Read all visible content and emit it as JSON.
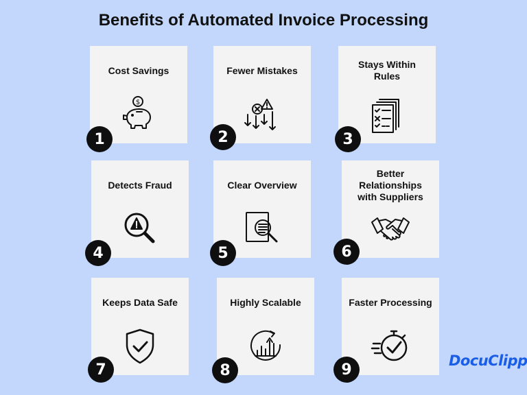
{
  "title": "Benefits of Automated Invoice Processing",
  "cards": [
    {
      "number": "1",
      "label": "Cost Savings",
      "icon": "piggy-bank-icon"
    },
    {
      "number": "2",
      "label": "Fewer Mistakes",
      "icon": "error-reduction-icon"
    },
    {
      "number": "3",
      "label": "Stays Within\nRules",
      "icon": "checklist-icon"
    },
    {
      "number": "4",
      "label": "Detects Fraud",
      "icon": "magnifier-warning-icon"
    },
    {
      "number": "5",
      "label": "Clear Overview",
      "icon": "document-search-icon"
    },
    {
      "number": "6",
      "label": "Better\nRelationships\nwith Suppliers",
      "icon": "handshake-icon"
    },
    {
      "number": "7",
      "label": "Keeps Data Safe",
      "icon": "shield-check-icon"
    },
    {
      "number": "8",
      "label": "Highly Scalable",
      "icon": "growth-chart-icon"
    },
    {
      "number": "9",
      "label": "Faster Processing",
      "icon": "stopwatch-check-icon"
    }
  ],
  "logo": {
    "part1": "Docu",
    "part2": "Clipper"
  },
  "colors": {
    "background": "#c2d7fb",
    "card": "#f3f3f3",
    "badge": "#0f0f0f",
    "brand": "#1a5ee8"
  }
}
